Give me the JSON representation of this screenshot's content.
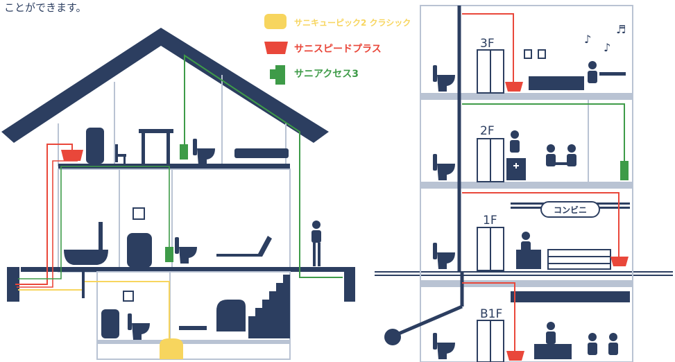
{
  "caption": "ことができます。",
  "legend": {
    "items": [
      {
        "label": "サニキューピック2 クラシック",
        "color": "#f7d55e"
      },
      {
        "label": "サニスピードプラス",
        "color": "#e9473a"
      },
      {
        "label": "サニアクセス3",
        "color": "#3e9b48"
      }
    ]
  },
  "building": {
    "floors": [
      "3F",
      "2F",
      "1F",
      "B1F"
    ],
    "sign": "コンビニ"
  },
  "colors": {
    "navy": "#2c3e60",
    "wall": "#b9c3d3",
    "pipe_red": "#e9473a",
    "pipe_green": "#3e9b48",
    "pipe_yellow": "#f7d55e"
  },
  "icons": [
    "music-note-icon",
    "house-roof-icon",
    "toilet-icon",
    "bathtub-icon",
    "bed-icon",
    "person-icon"
  ]
}
